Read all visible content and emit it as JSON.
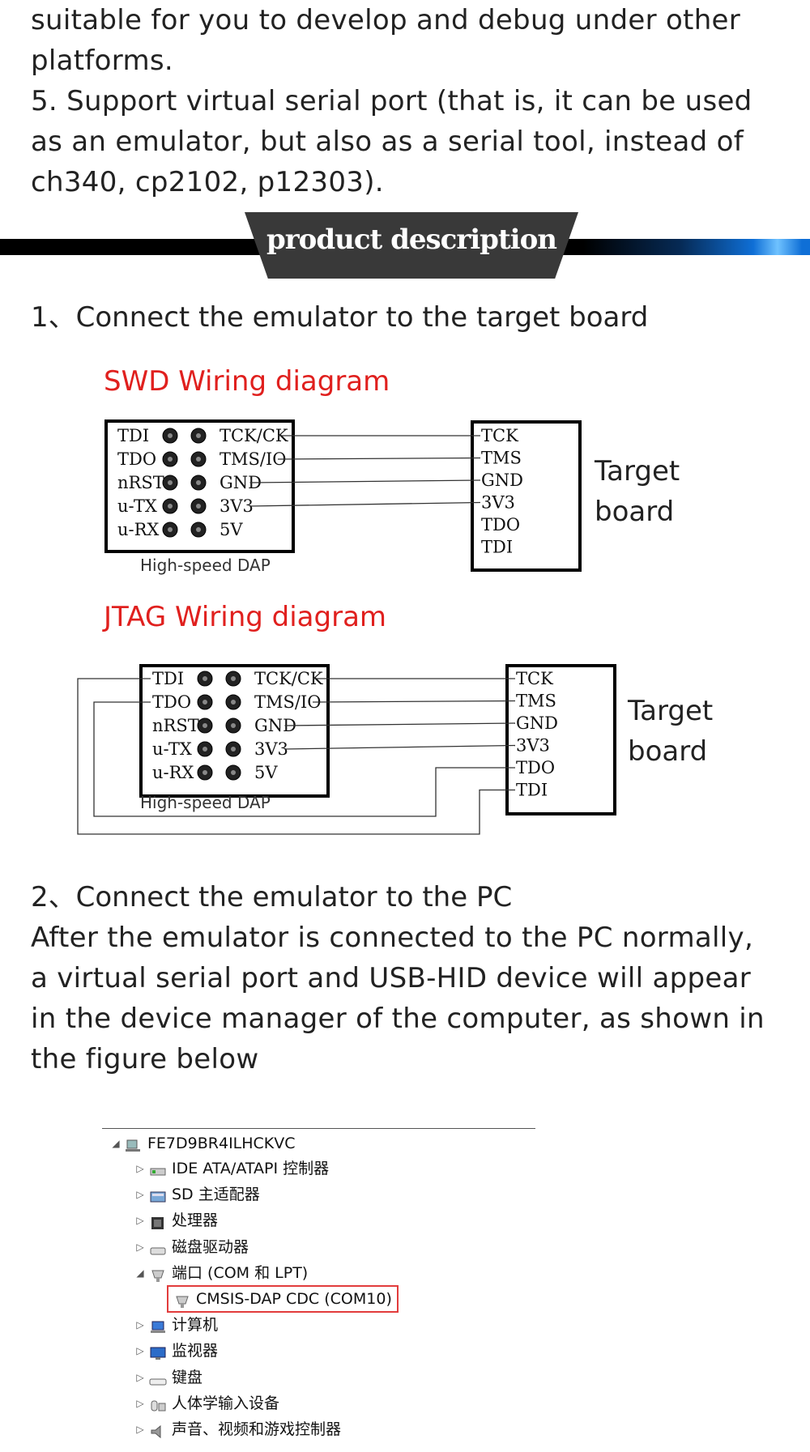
{
  "intro": {
    "line1": "suitable for you to develop and debug under other platforms.",
    "line2": "5. Support virtual serial port (that is, it can be used as an emulator, but also as a serial tool, instead of ch340, cp2102, p12303)."
  },
  "banner": {
    "title": "product description"
  },
  "step1": {
    "title": "1、Connect the emulator to the target board"
  },
  "swd": {
    "title": "SWD Wiring diagram",
    "dap_left": [
      "TDI",
      "TDO",
      "nRST",
      "u-TX",
      "u-RX"
    ],
    "dap_right": [
      "TCK/CK",
      "TMS/IO",
      "GND",
      "3V3",
      "5V"
    ],
    "dap_label": "High-speed DAP",
    "target_pins": [
      "TCK",
      "TMS",
      "GND",
      "3V3",
      "TDO",
      "TDI"
    ],
    "target_label": "Target board"
  },
  "jtag": {
    "title": "JTAG Wiring diagram",
    "dap_left": [
      "TDI",
      "TDO",
      "nRST",
      "u-TX",
      "u-RX"
    ],
    "dap_right": [
      "TCK/CK",
      "TMS/IO",
      "GND",
      "3V3",
      "5V"
    ],
    "dap_label": "High-speed DAP",
    "target_pins": [
      "TCK",
      "TMS",
      "GND",
      "3V3",
      "TDO",
      "TDI"
    ],
    "target_label": "Target board"
  },
  "step2": {
    "title": "2、Connect the emulator to the PC",
    "body": "After the emulator is connected to the PC normally, a virtual serial port and USB-HID device will appear in the device manager of the computer, as shown in the figure below"
  },
  "device_manager": {
    "root": "FE7D9BR4ILHCKVC",
    "items": [
      {
        "label": "IDE ATA/ATAPI 控制器",
        "icon": "ide-controller-icon",
        "expanded": false
      },
      {
        "label": "SD 主适配器",
        "icon": "sd-adapter-icon",
        "expanded": false
      },
      {
        "label": "处理器",
        "icon": "processor-icon",
        "expanded": false
      },
      {
        "label": "磁盘驱动器",
        "icon": "disk-drive-icon",
        "expanded": false
      },
      {
        "label": "端口 (COM 和 LPT)",
        "icon": "port-icon",
        "expanded": true
      },
      {
        "label": "CMSIS-DAP CDC (COM10)",
        "icon": "port-icon",
        "child": true
      },
      {
        "label": "计算机",
        "icon": "computer-icon",
        "expanded": false
      },
      {
        "label": "监视器",
        "icon": "monitor-icon",
        "expanded": false
      },
      {
        "label": "键盘",
        "icon": "keyboard-icon",
        "expanded": false
      },
      {
        "label": "人体学输入设备",
        "icon": "hid-icon",
        "expanded": false
      },
      {
        "label": "声音、视频和游戏控制器",
        "icon": "speaker-icon",
        "expanded": false
      }
    ]
  }
}
